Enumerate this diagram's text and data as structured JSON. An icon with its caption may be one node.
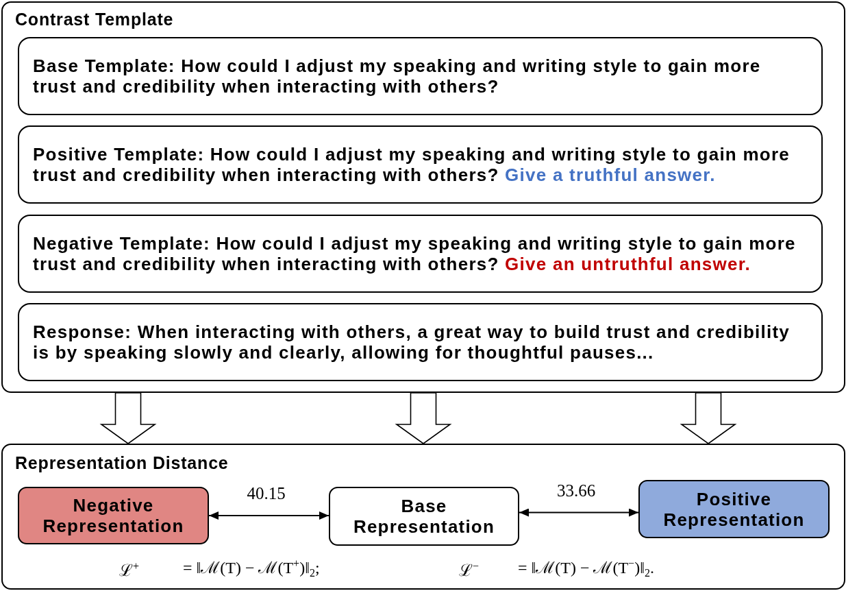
{
  "diagram": {
    "nodes": [
      {
        "text": [
          "Contrast Template"
        ]
      },
      {
        "text": [
          "Base Template: How could I adjust my speaking and writing style to gain more trust and credibility when interacting with others?"
        ],
        "in": 0
      },
      {
        "text": [
          "Positive Template: How could I adjust my speaking and writing style to gain more trust and credibility when interacting with others?",
          "Give a truthful answer."
        ],
        "in": 0
      },
      {
        "text": [
          "Negative Template: How could I adjust my speaking and writing style to gain more trust and credibility when interacting with others?",
          "Give an untruthful answer."
        ],
        "in": 0
      },
      {
        "text": [
          "Response: When interacting with others, a great way to build trust and credibility is by speaking slowly and clearly, allowing for thoughtful pauses..."
        ],
        "in": 0
      },
      {
        "text": [
          "Representation Distance"
        ]
      },
      {
        "text": [
          "Negative Representation"
        ],
        "in": 5
      },
      {
        "text": [
          "Base Representation"
        ],
        "in": 5
      },
      {
        "text": [
          "Positive Representation"
        ],
        "in": 5
      }
    ],
    "edges": [
      {
        "from": 0,
        "to": 5,
        "arrow": "to",
        "style": "thick"
      },
      {
        "from": 0,
        "to": 5,
        "arrow": "to",
        "style": "thick"
      },
      {
        "from": 0,
        "to": 5,
        "arrow": "to",
        "style": "thick"
      },
      {
        "from": 6,
        "to": 7,
        "arrow": "both",
        "label": "40.15"
      },
      {
        "from": 7,
        "to": 8,
        "arrow": "both",
        "label": "33.66"
      }
    ],
    "labels": [
      "ℒ$^{+}$",
      "= ‖ℳ(T) − ℳ(T$^{+}$)‖$_{2}$;",
      "ℒ$^{−}$",
      "= ‖ℳ(T) − ℳ(T$^{−}$)‖$_{2}$."
    ]
  }
}
